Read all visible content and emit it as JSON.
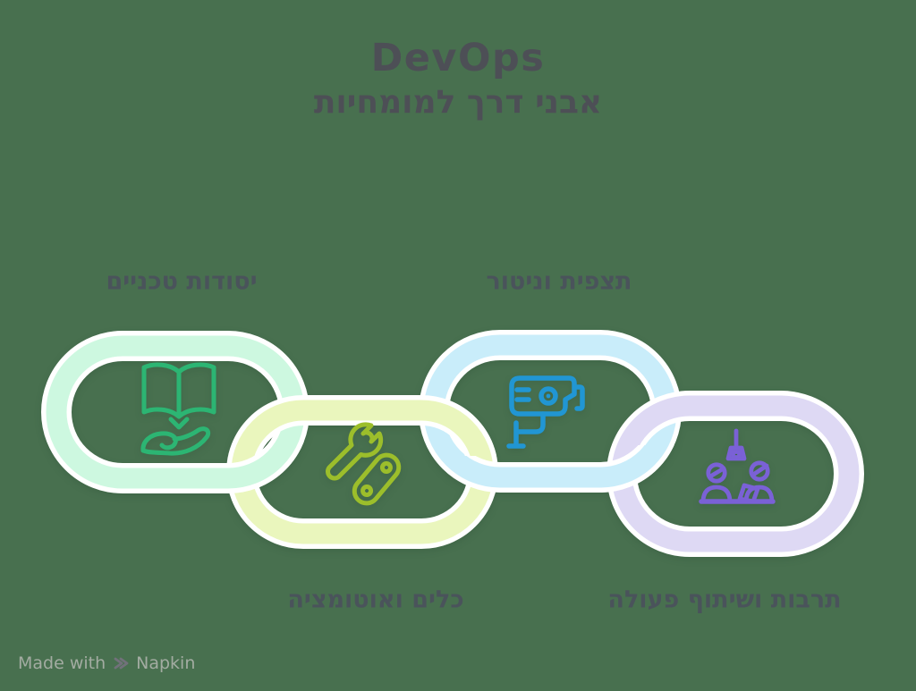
{
  "title": "DevOps",
  "subtitle": "אבני דרך למומחיות",
  "nodes": [
    {
      "id": "technical-foundations",
      "label": "יסודות טכניים",
      "icon": "book-on-hand-icon",
      "ring_color": "#cdf8e0",
      "icon_color": "#2cb573",
      "label_position": "top"
    },
    {
      "id": "tools-automation",
      "label": "כלים ואוטומציה",
      "icon": "wrench-and-link-icon",
      "ring_color": "#eaf6bd",
      "icon_color": "#9cbe2b",
      "label_position": "bottom"
    },
    {
      "id": "observation-monitoring",
      "label": "תצפית וניטור",
      "icon": "cctv-camera-icon",
      "ring_color": "#c9edfa",
      "icon_color": "#2196d3",
      "label_position": "top"
    },
    {
      "id": "culture-collaboration",
      "label": "תרבות ושיתוף פעולה",
      "icon": "people-collaboration-icon",
      "ring_color": "#ded9f4",
      "icon_color": "#7a61d6",
      "label_position": "bottom"
    }
  ],
  "footer": {
    "made_with_label": "Made with",
    "brand_name": "Napkin"
  },
  "colors": {
    "background": "#48704f",
    "title_text": "#4d4f56",
    "label_text": "#4a535b",
    "link_outline": "#ffffff",
    "footer_text": "#a3aca2"
  }
}
